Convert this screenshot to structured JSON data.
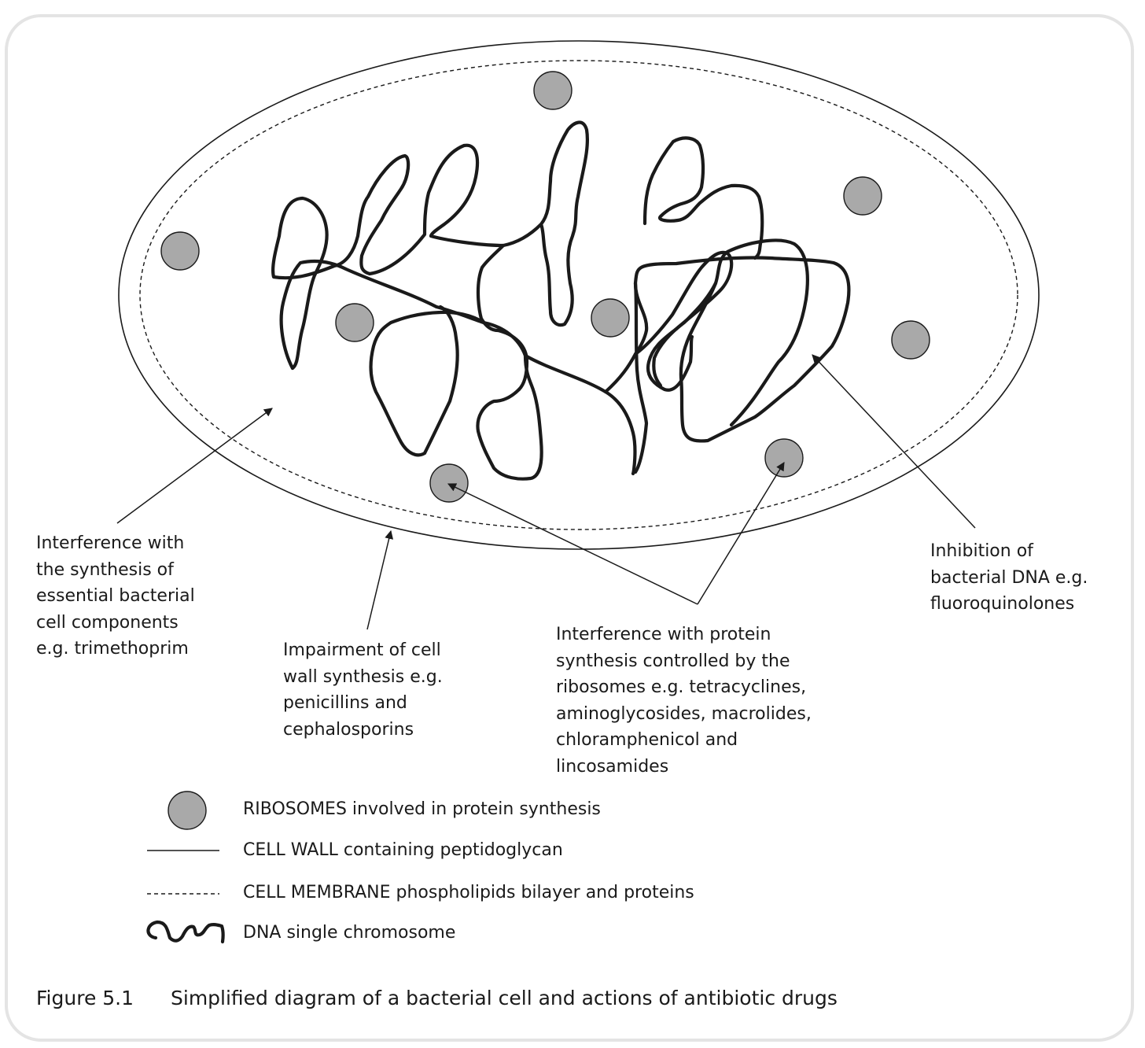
{
  "labels": {
    "synthesis": "Interference with\nthe synthesis of\nessential bacterial\ncell components\ne.g. trimethoprim",
    "cell_wall": "Impairment of cell\nwall synthesis e.g.\npenicillins and\ncephalosporins",
    "protein": "Interference with protein\nsynthesis controlled by the\nribosomes e.g. tetracyclines,\naminoglycosides, macrolides,\nchloramphenicol and\nlincosamides",
    "dna": "Inhibition of\nbacterial DNA e.g.\nfluoroquinolones"
  },
  "legend": {
    "ribosomes": "RIBOSOMES involved in protein synthesis",
    "cell_wall": "CELL WALL containing peptidoglycan",
    "cell_membrane": "CELL MEMBRANE phospholipids bilayer and proteins",
    "dna": "DNA single chromosome"
  },
  "caption": {
    "number": "Figure 5.1",
    "text": "Simplified diagram of a bacterial cell and actions of antibiotic drugs"
  },
  "colors": {
    "ribosome_fill": "#a9a9a9",
    "line": "#1a1a1a",
    "frame": "#e4e4e4"
  }
}
